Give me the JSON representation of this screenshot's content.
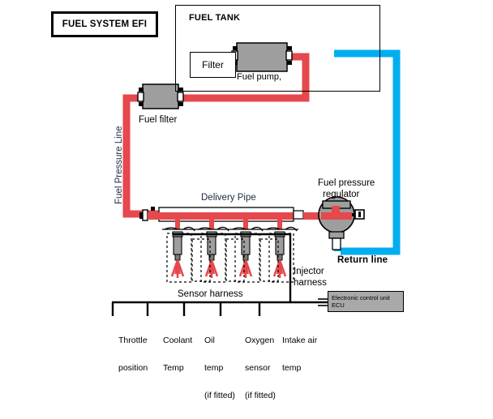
{
  "diagram": {
    "title": "FUEL SYSTEM  EFI",
    "colors": {
      "fuel_pressure_red": "#e5484d",
      "return_line_blue": "#00aeef",
      "component_gray": "#a0a0a0",
      "ecu_gray": "#a9a9a9",
      "outline_black": "#000000",
      "label_navy": "#1d2b43",
      "background": "#ffffff"
    },
    "tank": {
      "label": "FUEL TANK",
      "filter_label": "Filter",
      "pump_label": "Fuel pump,"
    },
    "lines": {
      "pressure_line_label": "Fuel Pressure Line",
      "return_line_label": "Return line"
    },
    "components": {
      "fuel_filter_label": "Fuel filter",
      "delivery_pipe_label": "Delivery Pipe",
      "regulator_label_line1": "Fuel pressure",
      "regulator_label_line2": "regulator"
    },
    "harness": {
      "injector_label_line1": "Injector",
      "injector_label_line2": "harness",
      "sensor_label": "Sensor harness"
    },
    "ecu": {
      "line1": "Electronic control unit",
      "line2": "ECU"
    },
    "sensors": [
      {
        "name": "throttle-position",
        "line1": "Throttle",
        "line2": "position",
        "line3": ""
      },
      {
        "name": "coolant-temp",
        "line1": "Coolant",
        "line2": "Temp",
        "line3": ""
      },
      {
        "name": "oil-temp",
        "line1": "Oil",
        "line2": "temp",
        "line3": "(if fitted)"
      },
      {
        "name": "oxygen-sensor",
        "line1": "Oxygen",
        "line2": "sensor",
        "line3": "(if fitted)"
      },
      {
        "name": "intake-air-temp",
        "line1": "Intake air",
        "line2": "temp",
        "line3": ""
      }
    ],
    "injector_count": 4
  }
}
